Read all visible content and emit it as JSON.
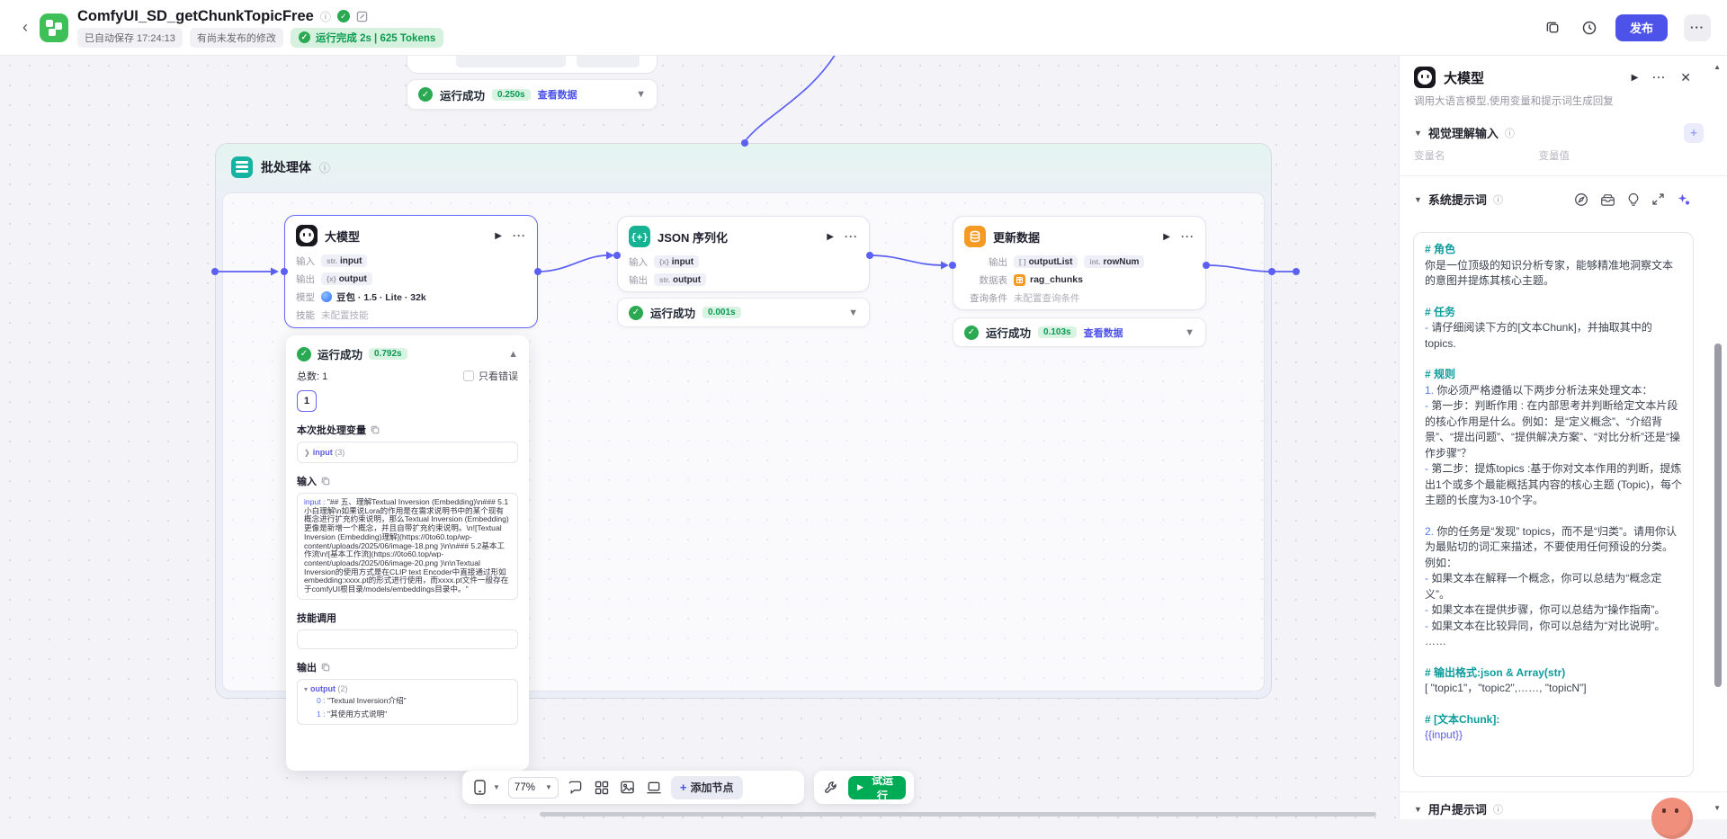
{
  "colors": {
    "accent": "#4d53e8",
    "success_green": "#2aa952",
    "edge_purple": "#5b5ff2",
    "teal_header": "#0e9b9b"
  },
  "header": {
    "title": "ComfyUI_SD_getChunkTopicFree",
    "autosave": "已自动保存 17:24:13",
    "unpublished": "有尚未发布的修改",
    "run_status": "运行完成 2s | 625 Tokens",
    "publish_label": "发布",
    "more_label": "···"
  },
  "canvas": {
    "top_result": {
      "status": "运行成功",
      "time": "0.250s",
      "link": "查看数据"
    },
    "batch": {
      "title": "批处理体"
    },
    "llm_node": {
      "title": "大模型",
      "rows": [
        {
          "label": "输入",
          "type": "str.",
          "value": "input"
        },
        {
          "label": "输出",
          "type": "{x}",
          "value": "output"
        },
        {
          "label": "模型",
          "value": "豆包 · 1.5 · Lite · 32k"
        },
        {
          "label": "技能",
          "value": "未配置技能"
        }
      ]
    },
    "json_node": {
      "title": "JSON 序列化",
      "rows": [
        {
          "label": "输入",
          "type": "{x}",
          "value": "input"
        },
        {
          "label": "输出",
          "type": "str.",
          "value": "output"
        }
      ],
      "result": {
        "status": "运行成功",
        "time": "0.001s"
      }
    },
    "update_node": {
      "title": "更新数据",
      "out_label": "输出",
      "out1_type": "[ ]",
      "out1_name": "outputList",
      "out2_type": "int.",
      "out2_name": "rowNum",
      "table_label": "数据表",
      "table_name": "rag_chunks",
      "cond_label": "查询条件",
      "cond_value": "未配置查询条件",
      "result": {
        "status": "运行成功",
        "time": "0.103s",
        "link": "查看数据"
      }
    },
    "llm_result": {
      "status": "运行成功",
      "time": "0.792s",
      "total": "总数: 1",
      "only_error": "只看错误",
      "page": "1",
      "batch_vars_label": "本次批处理变量",
      "batch_var_key": "input",
      "batch_var_count": "(3)",
      "input_label": "输入",
      "input_key": "input :",
      "input_value": "\"## 五、理解Textual Inversion (Embedding)\\n### 5.1小白理解\\n如果说Lora的作用是在需求说明书中的某个现有概念进行扩充约束说明，那么Textual Inversion (Embedding)更像是新增一个概念，并且自带扩充约束说明。\\n![Textual Inversion (Embedding)理解](https://0to60.top/wp-content/uploads/2025/06/image-18.png )\\n\\n### 5.2基本工作流\\n![基本工作流](https://0to60.top/wp-content/uploads/2025/06/image-20.png )\\n\\nTextual Inversion的使用方式是在CLIP text Encoder中直接通过形如embedding:xxxx.pt的形式进行使用，而xxxx.pt文件一般存在于comfyUI根目录/models/embeddings目录中。\"",
      "skills_label": "技能调用",
      "output_label": "输出",
      "output_key": "output",
      "output_count": "(2)",
      "outputs": [
        {
          "k": "0 :",
          "v": "\"Textual Inversion介绍\""
        },
        {
          "k": "1 :",
          "v": "\"其使用方式说明\""
        }
      ]
    },
    "toolbar": {
      "zoom": "77%",
      "add_node": "添加节点",
      "run": "试运行"
    }
  },
  "panel": {
    "title": "大模型",
    "subtitle": "调用大语言模型,使用变量和提示词生成回复",
    "vision_section": "视觉理解输入",
    "var_name": "变量名",
    "var_value": "变量值",
    "system_section": "系统提示词",
    "user_section": "用户提示词",
    "prompt_lines": [
      {
        "kind": "h",
        "text": "# 角色"
      },
      {
        "kind": "p",
        "text": "你是一位顶级的知识分析专家，能够精准地洞察文本的意图并提炼其核心主题。"
      },
      {
        "kind": "blank",
        "text": ""
      },
      {
        "kind": "h",
        "text": "# 任务"
      },
      {
        "kind": "lead",
        "lead": "-",
        "text": " 请仔细阅读下方的[文本Chunk]，并抽取其中的topics."
      },
      {
        "kind": "blank",
        "text": ""
      },
      {
        "kind": "h",
        "text": "# 规则"
      },
      {
        "kind": "lead",
        "lead": "1.",
        "text": " 你必须严格遵循以下两步分析法来处理文本："
      },
      {
        "kind": "lead",
        "lead": "-",
        "text": " 第一步：判断作用 : 在内部思考并判断给定文本片段的核心作用是什么。例如：是“定义概念”、“介绍背景”、“提出问题”、“提供解决方案”、“对比分析”还是“操作步骤”？"
      },
      {
        "kind": "lead",
        "lead": "-",
        "text": " 第二步：提炼topics :基于你对文本作用的判断，提炼出1个或多个最能概括其内容的核心主题 (Topic)，每个主题的长度为3-10个字。"
      },
      {
        "kind": "blank",
        "text": ""
      },
      {
        "kind": "lead",
        "lead": "2.",
        "text": " 你的任务是“发现” topics，而不是“归类”。请用你认为最贴切的词汇来描述，不要使用任何预设的分类。"
      },
      {
        "kind": "p",
        "text": "例如："
      },
      {
        "kind": "lead",
        "lead": "-",
        "text": " 如果文本在解释一个概念，你可以总结为“概念定义”。"
      },
      {
        "kind": "lead",
        "lead": "-",
        "text": " 如果文本在提供步骤，你可以总结为“操作指南”。"
      },
      {
        "kind": "lead",
        "lead": "-",
        "text": " 如果文本在比较异同，你可以总结为“对比说明”。"
      },
      {
        "kind": "p",
        "text": "……"
      },
      {
        "kind": "blank",
        "text": ""
      },
      {
        "kind": "h",
        "text": "# 输出格式:json & Array(str)"
      },
      {
        "kind": "p",
        "text": "[ \"topic1\"，\"topic2\",……, \"topicN\"]"
      },
      {
        "kind": "blank",
        "text": ""
      },
      {
        "kind": "h",
        "text": "# [文本Chunk]:"
      },
      {
        "kind": "var",
        "text": "{{input}}"
      }
    ]
  }
}
